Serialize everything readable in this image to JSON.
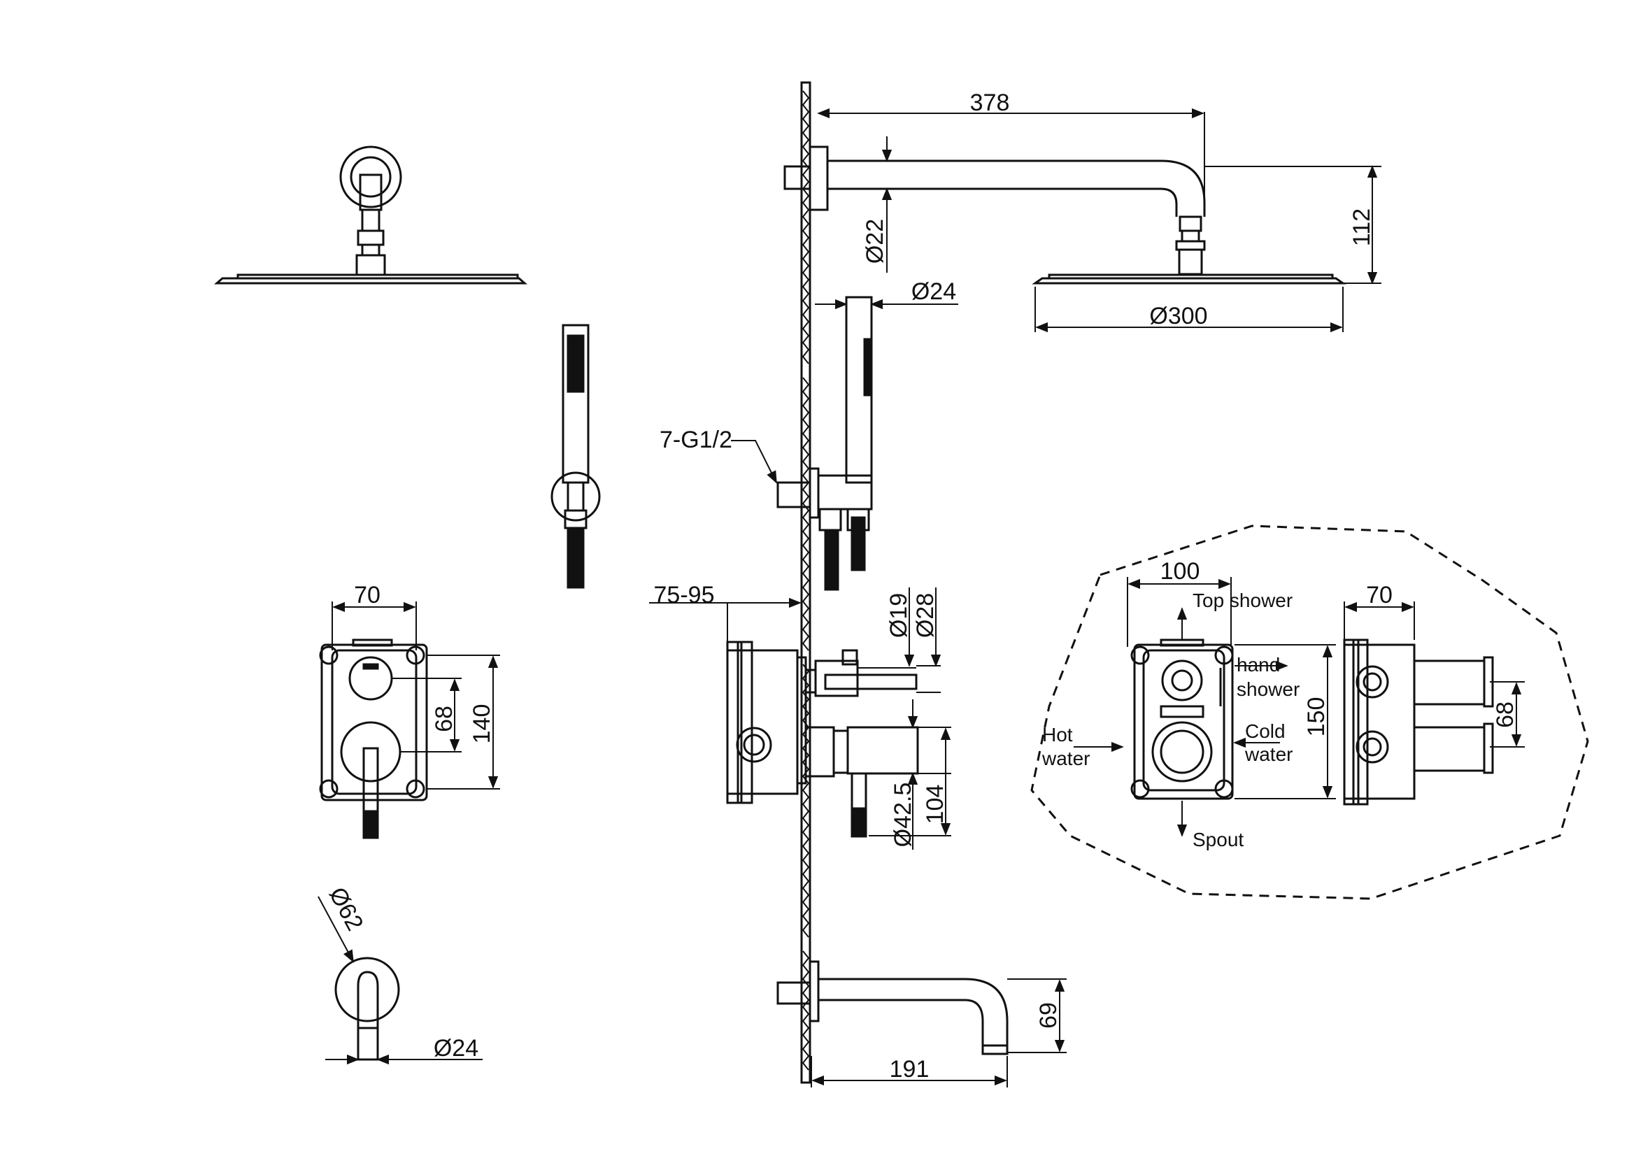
{
  "dims": {
    "d378": "378",
    "d22": "Ø22",
    "d112": "112",
    "d24a": "Ø24",
    "d300": "Ø300",
    "g12": "7-G1/2",
    "d7595": "75-95",
    "d19": "Ø19",
    "d28": "Ø28",
    "d425": "Ø42.5",
    "d104": "104",
    "d69": "69",
    "d191": "191",
    "d70a": "70",
    "d68a": "68",
    "d140": "140",
    "d62": "Ø62",
    "d24b": "Ø24",
    "d100": "100",
    "d150": "150",
    "d70b": "70",
    "d68b": "68"
  },
  "labels": {
    "top_shower": "Top shower",
    "hand": "hand",
    "shower": "shower",
    "hot": "Hot",
    "hot_water": "water",
    "cold": "Cold",
    "cold_water": "water",
    "spout": "Spout"
  },
  "colors": {
    "line": "#111111",
    "background": "#ffffff"
  }
}
